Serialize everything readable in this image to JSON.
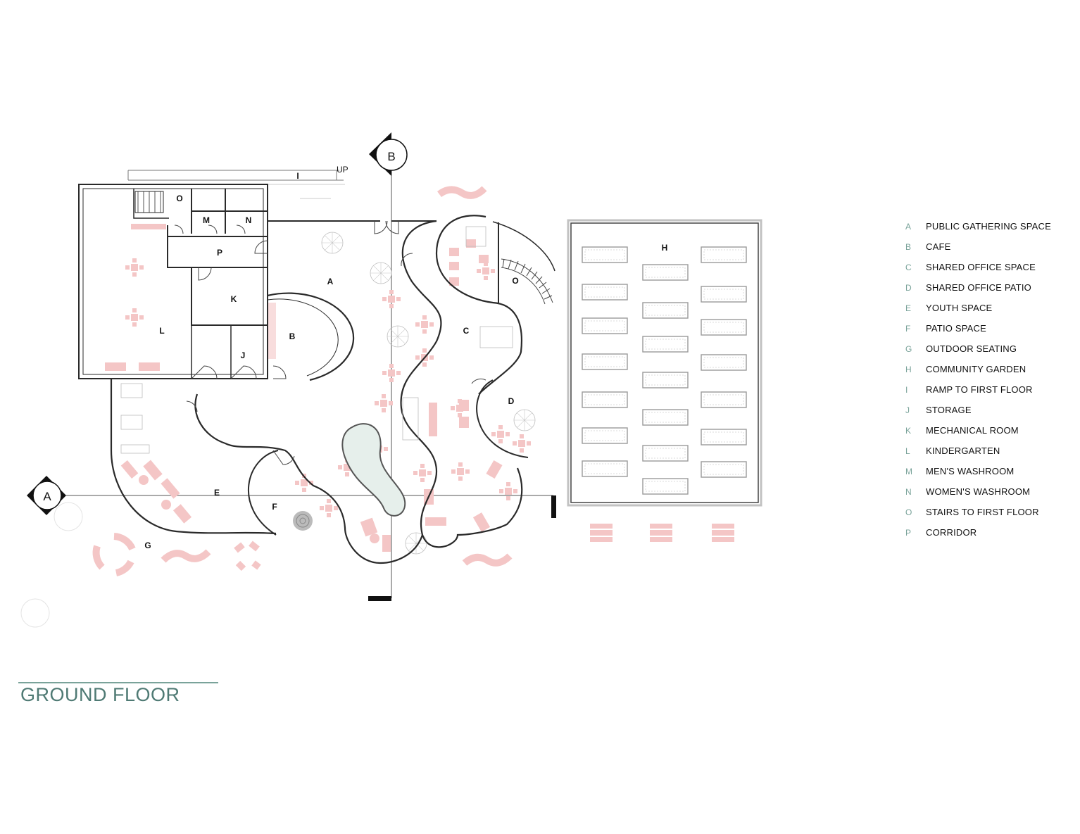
{
  "title": "GROUND FLOOR",
  "section_markers": {
    "a": "A",
    "b": "B"
  },
  "ramp_direction": "UP",
  "room_labels": {
    "A": "A",
    "B": "B",
    "C": "C",
    "D": "D",
    "E": "E",
    "F": "F",
    "G": "G",
    "H": "H",
    "I": "I",
    "J": "J",
    "K": "K",
    "L": "L",
    "M": "M",
    "N": "N",
    "O1": "O",
    "O2": "O",
    "P": "P"
  },
  "legend": [
    {
      "letter": "A",
      "name": "PUBLIC GATHERING SPACE"
    },
    {
      "letter": "B",
      "name": "CAFE"
    },
    {
      "letter": "C",
      "name": "SHARED OFFICE SPACE"
    },
    {
      "letter": "D",
      "name": "SHARED OFFICE PATIO"
    },
    {
      "letter": "E",
      "name": "YOUTH SPACE"
    },
    {
      "letter": "F",
      "name": "PATIO SPACE"
    },
    {
      "letter": "G",
      "name": "OUTDOOR SEATING"
    },
    {
      "letter": "H",
      "name": "COMMUNITY GARDEN"
    },
    {
      "letter": "I",
      "name": "RAMP TO FIRST FLOOR"
    },
    {
      "letter": "J",
      "name": "STORAGE"
    },
    {
      "letter": "K",
      "name": "MECHANICAL ROOM"
    },
    {
      "letter": "L",
      "name": "KINDERGARTEN"
    },
    {
      "letter": "M",
      "name": "MEN'S WASHROOM"
    },
    {
      "letter": "N",
      "name": "WOMEN'S WASHROOM"
    },
    {
      "letter": "O",
      "name": "STAIRS TO FIRST FLOOR"
    },
    {
      "letter": "P",
      "name": "CORRIDOR"
    }
  ],
  "colors": {
    "wall": "#2a2a2a",
    "furniture": "#f4c6c6",
    "planter": "#c8c8c8",
    "accent": "#7aa39a",
    "title": "#4f7a74"
  }
}
